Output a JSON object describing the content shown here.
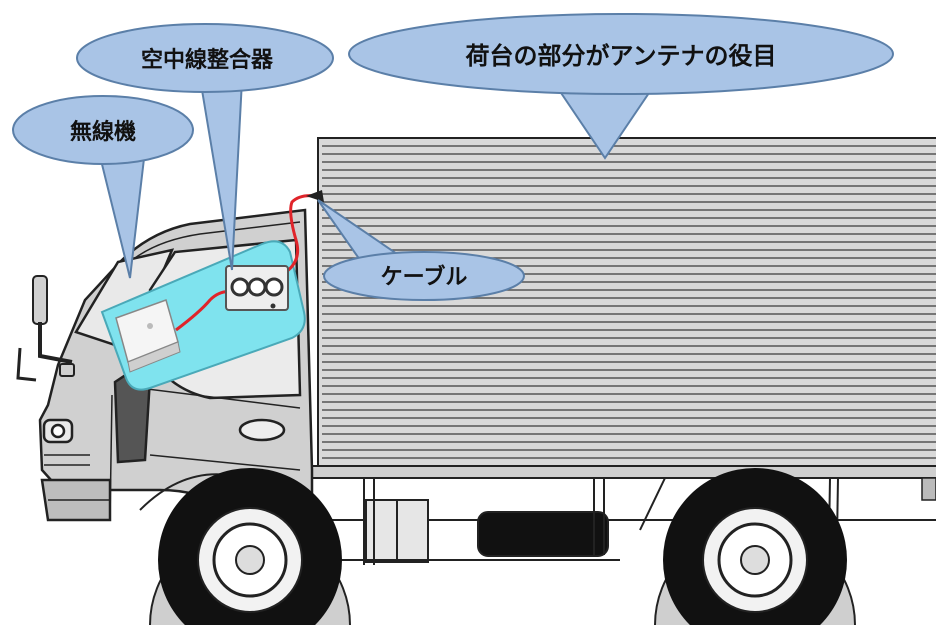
{
  "callouts": {
    "radio": "無線機",
    "tuner": "空中線整合器",
    "cargo_antenna": "荷台の部分がアンテナの役目",
    "cable": "ケーブル"
  },
  "colors": {
    "callout_fill": "#a9c4e6",
    "callout_stroke": "#5b7fa8",
    "highlight": "#7fe3ee",
    "cable": "#e0242a",
    "truck_body": "#d4d4d4",
    "outline": "#222222"
  }
}
